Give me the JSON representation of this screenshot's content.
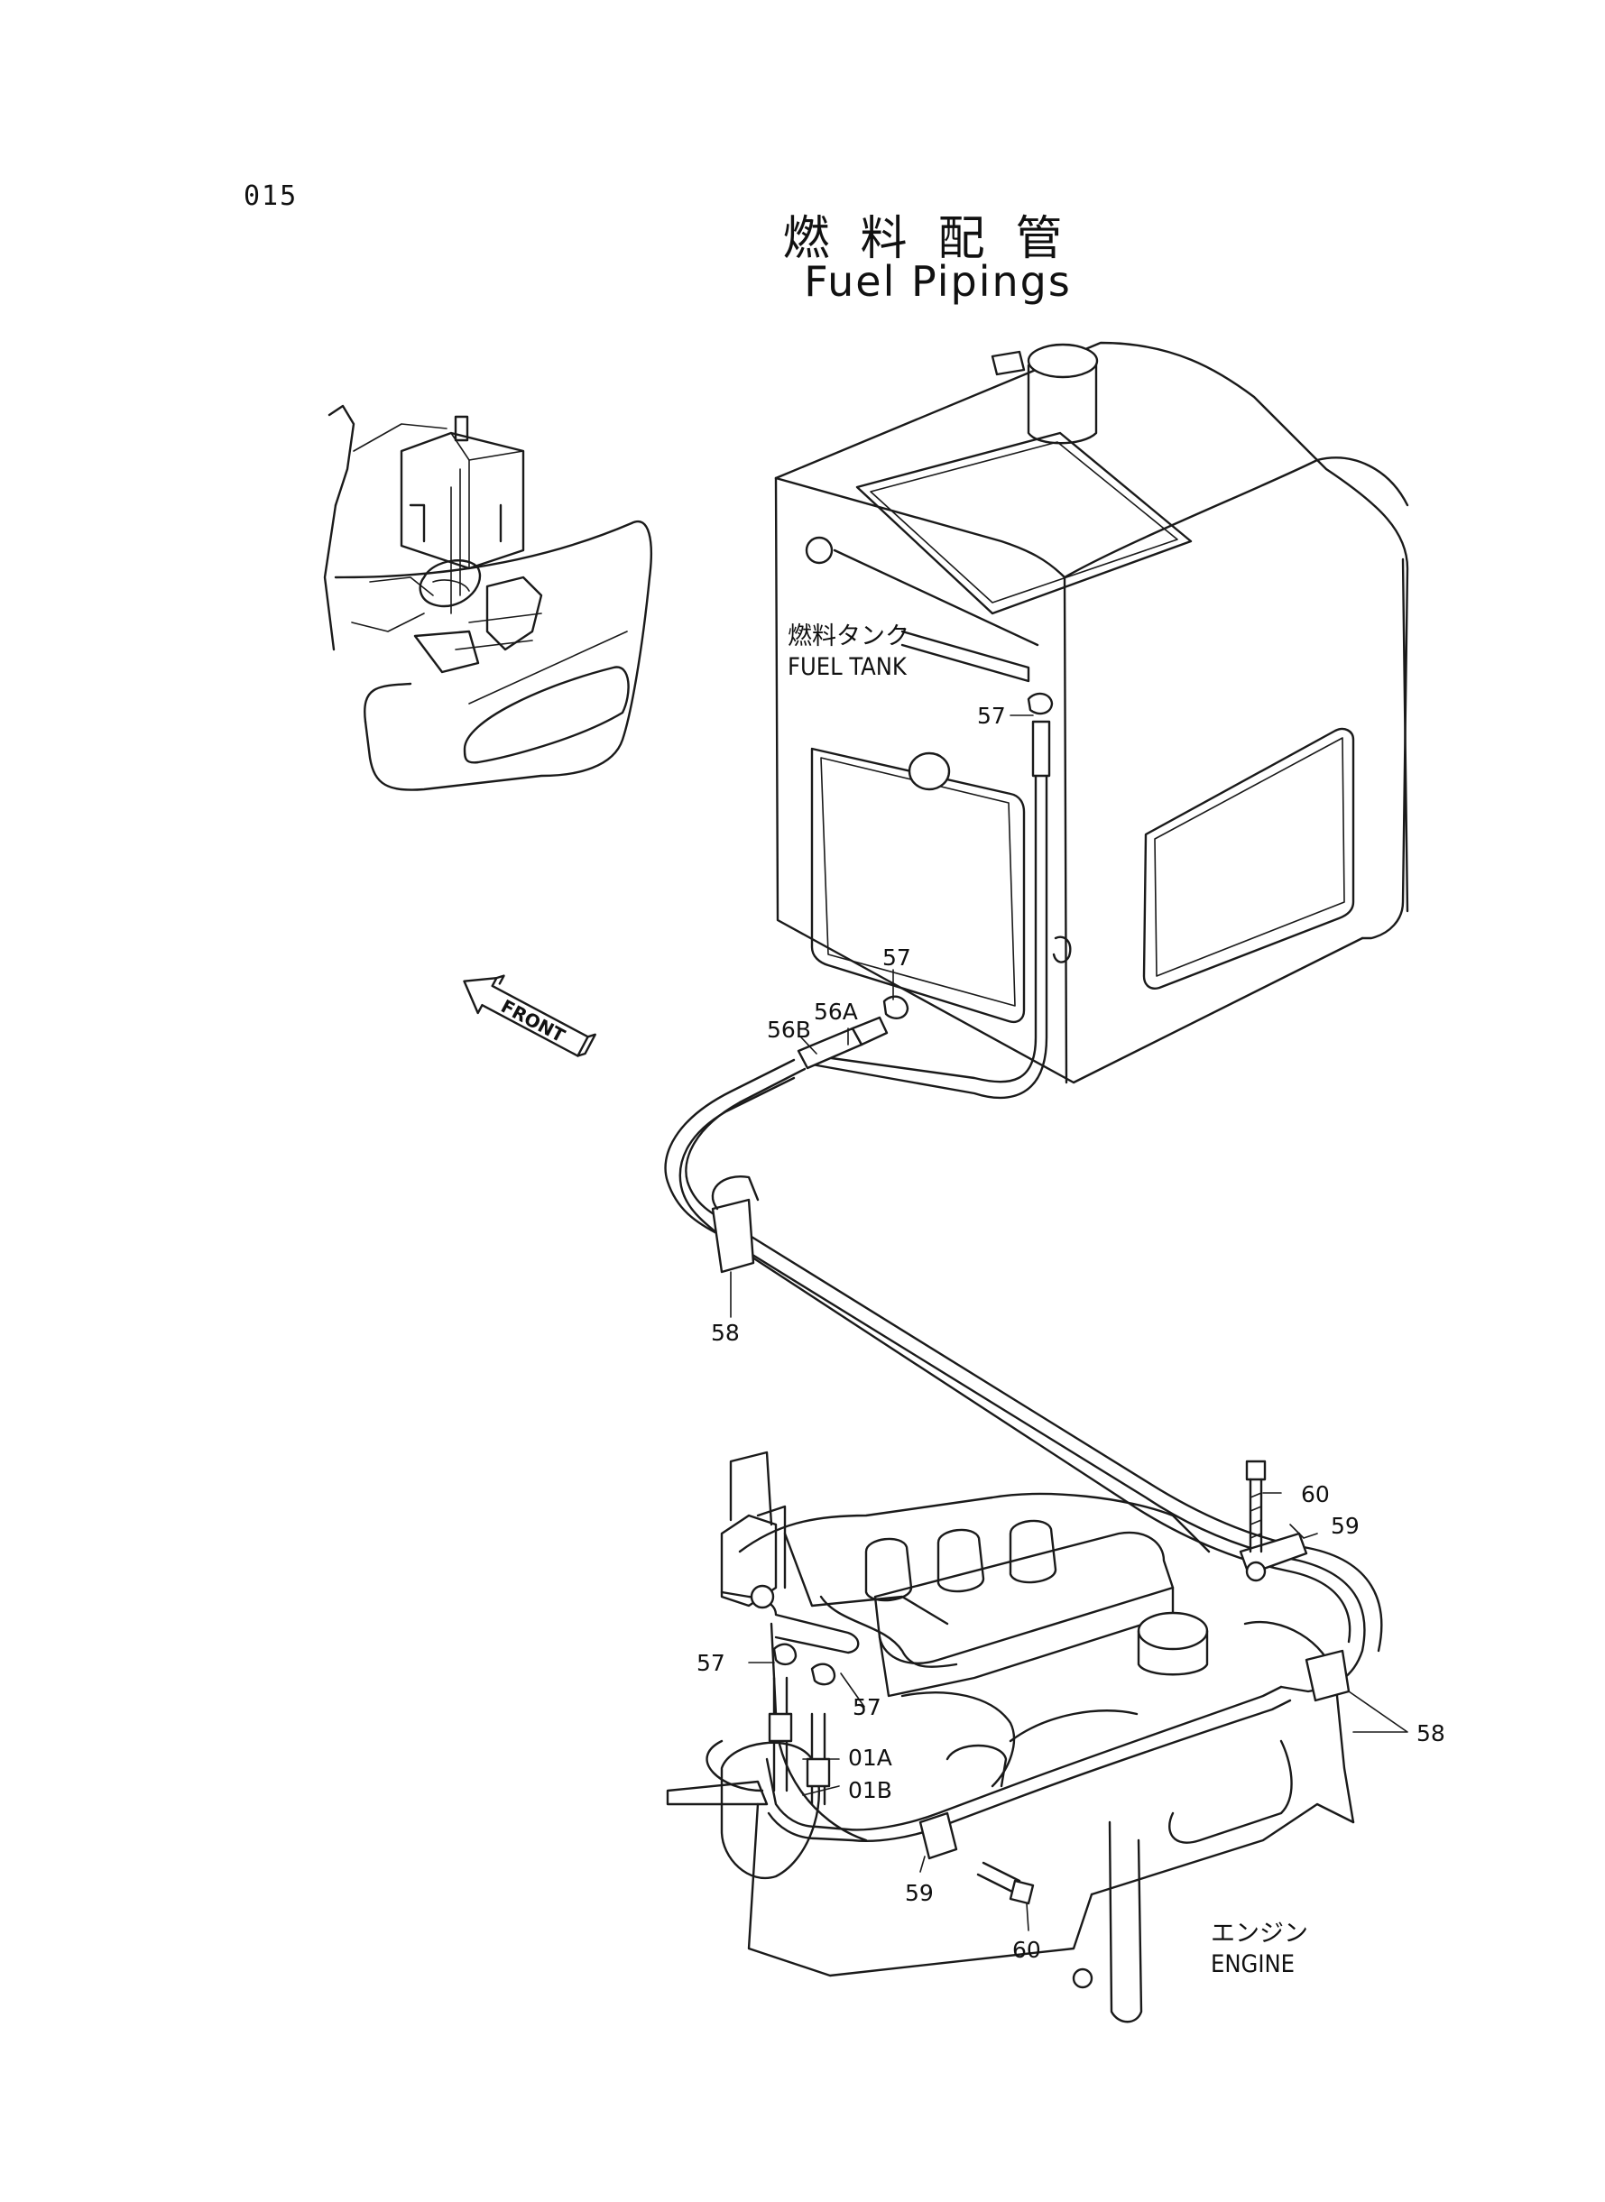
{
  "header": {
    "page_code": "015",
    "title_jp": "燃料配管",
    "title_en": "Fuel Pipings"
  },
  "components": {
    "fuel_tank_jp": "燃料タンク",
    "fuel_tank_en": "FUEL TANK",
    "engine_jp": "エンジン",
    "engine_en": "ENGINE",
    "front_arrow": "FRONT"
  },
  "callouts": {
    "c57_tank": "57",
    "c57_mid": "57",
    "c56a": "56A",
    "c56b": "56B",
    "c58_left": "58",
    "c60_top": "60",
    "c59_right": "59",
    "c58_right": "58",
    "c57_left": "57",
    "c57_engine": "57",
    "c01a": "01A",
    "c01b": "01B",
    "c59_bottom": "59",
    "c60_bottom": "60"
  }
}
